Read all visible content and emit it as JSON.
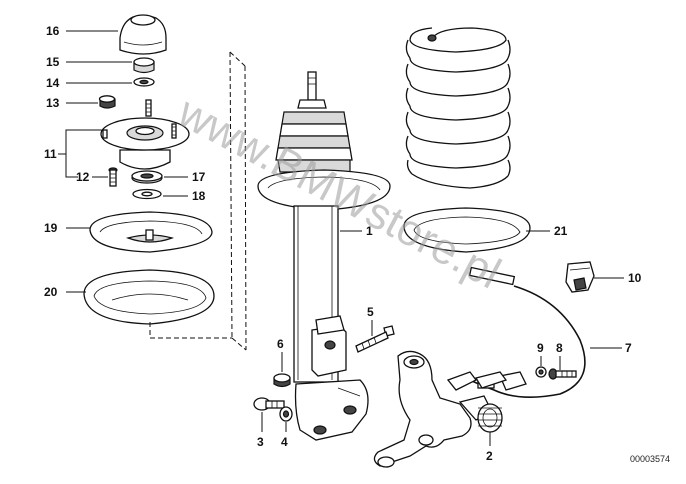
{
  "diagram": {
    "callouts": {
      "c16": "16",
      "c15": "15",
      "c14": "14",
      "c13": "13",
      "c11": "11",
      "c12": "12",
      "c17": "17",
      "c18": "18",
      "c19": "19",
      "c20": "20",
      "c1": "1",
      "c21": "21",
      "c10": "10",
      "c5": "5",
      "c6": "6",
      "c9": "9",
      "c8": "8",
      "c7": "7",
      "c3": "3",
      "c4": "4",
      "c2": "2"
    },
    "document_number": "00003574",
    "watermark": "www.BMWstore.pl"
  }
}
